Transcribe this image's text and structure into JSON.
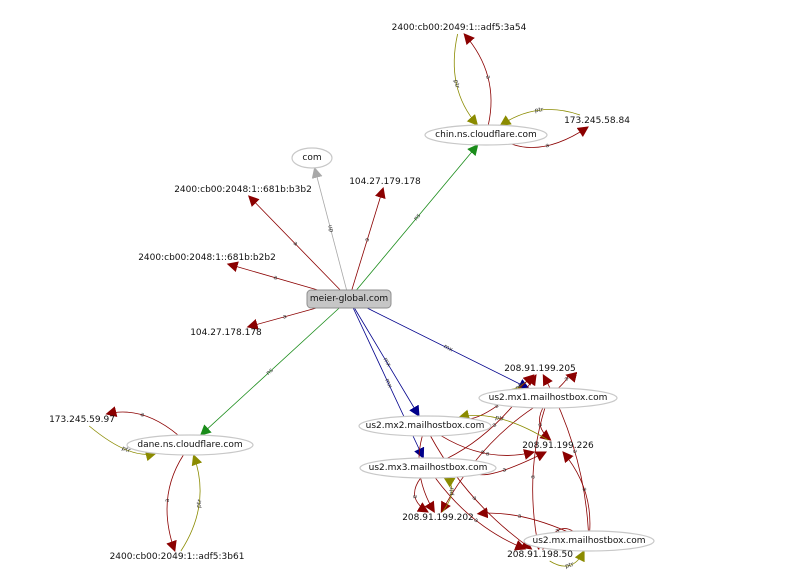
{
  "nodes": [
    {
      "id": "root",
      "label": "meier-global.com",
      "shape": "box"
    },
    {
      "id": "com",
      "label": "com",
      "shape": "ellipse"
    },
    {
      "id": "chin",
      "label": "chin.ns.cloudflare.com",
      "shape": "ellipse"
    },
    {
      "id": "dane",
      "label": "dane.ns.cloudflare.com",
      "shape": "ellipse"
    },
    {
      "id": "mx1",
      "label": "us2.mx1.mailhostbox.com",
      "shape": "ellipse"
    },
    {
      "id": "mx2",
      "label": "us2.mx2.mailhostbox.com",
      "shape": "ellipse"
    },
    {
      "id": "mx3",
      "label": "us2.mx3.mailhostbox.com",
      "shape": "ellipse"
    },
    {
      "id": "mx",
      "label": "us2.mx.mailhostbox.com",
      "shape": "ellipse"
    },
    {
      "id": "ip6_root_b3b2",
      "label": "2400:cb00:2048:1::681b:b3b2",
      "shape": "plain"
    },
    {
      "id": "ip6_root_b2b2",
      "label": "2400:cb00:2048:1::681b:b2b2",
      "shape": "plain"
    },
    {
      "id": "ip_104_179",
      "label": "104.27.179.178",
      "shape": "plain"
    },
    {
      "id": "ip_104_178",
      "label": "104.27.178.178",
      "shape": "plain"
    },
    {
      "id": "ip6_chin",
      "label": "2400:cb00:2049:1::adf5:3a54",
      "shape": "plain"
    },
    {
      "id": "ip_chin",
      "label": "173.245.58.84",
      "shape": "plain"
    },
    {
      "id": "ip_dane",
      "label": "173.245.59.97",
      "shape": "plain"
    },
    {
      "id": "ip6_dane",
      "label": "2400:cb00:2049:1::adf5:3b61",
      "shape": "plain"
    },
    {
      "id": "ip_205",
      "label": "208.91.199.205",
      "shape": "plain"
    },
    {
      "id": "ip_226",
      "label": "208.91.199.226",
      "shape": "plain"
    },
    {
      "id": "ip_202",
      "label": "208.91.199.202",
      "shape": "plain"
    },
    {
      "id": "ip_50",
      "label": "208.91.198.50",
      "shape": "plain"
    }
  ],
  "edges": [
    {
      "from": "root",
      "to": "com",
      "label": "up",
      "color": "#a8a8a8"
    },
    {
      "from": "root",
      "to": "chin",
      "label": "ns",
      "color": "#1a8c1a"
    },
    {
      "from": "root",
      "to": "dane",
      "label": "ns",
      "color": "#1a8c1a"
    },
    {
      "from": "root",
      "to": "ip6_root_b3b2",
      "label": "a",
      "color": "#8b0000"
    },
    {
      "from": "root",
      "to": "ip6_root_b2b2",
      "label": "a",
      "color": "#8b0000"
    },
    {
      "from": "root",
      "to": "ip_104_179",
      "label": "a",
      "color": "#8b0000"
    },
    {
      "from": "root",
      "to": "ip_104_178",
      "label": "a",
      "color": "#8b0000"
    },
    {
      "from": "root",
      "to": "mx1",
      "label": "mx",
      "color": "#00008b"
    },
    {
      "from": "root",
      "to": "mx2",
      "label": "mx",
      "color": "#00008b"
    },
    {
      "from": "root",
      "to": "mx3",
      "label": "mx",
      "color": "#00008b"
    },
    {
      "from": "chin",
      "to": "ip6_chin",
      "label": "a",
      "color": "#8b0000"
    },
    {
      "from": "ip6_chin",
      "to": "chin",
      "label": "ptr",
      "color": "#8b8b00"
    },
    {
      "from": "chin",
      "to": "ip_chin",
      "label": "a",
      "color": "#8b0000"
    },
    {
      "from": "ip_chin",
      "to": "chin",
      "label": "ptr",
      "color": "#8b8b00"
    },
    {
      "from": "dane",
      "to": "ip_dane",
      "label": "a",
      "color": "#8b0000"
    },
    {
      "from": "ip_dane",
      "to": "dane",
      "label": "ptr",
      "color": "#8b8b00"
    },
    {
      "from": "dane",
      "to": "ip6_dane",
      "label": "a",
      "color": "#8b0000"
    },
    {
      "from": "ip6_dane",
      "to": "dane",
      "label": "ptr",
      "color": "#8b8b00"
    },
    {
      "from": "mx1",
      "to": "ip_205",
      "label": "a",
      "color": "#8b0000"
    },
    {
      "from": "ip_205",
      "to": "mx1",
      "label": "ptr",
      "color": "#8b8b00"
    },
    {
      "from": "mx1",
      "to": "ip_226",
      "label": "a",
      "color": "#8b0000"
    },
    {
      "from": "mx1",
      "to": "ip_202",
      "label": "a",
      "color": "#8b0000"
    },
    {
      "from": "mx1",
      "to": "ip_50",
      "label": "a",
      "color": "#8b0000"
    },
    {
      "from": "mx2",
      "to": "ip_205",
      "label": "a",
      "color": "#8b0000"
    },
    {
      "from": "mx2",
      "to": "ip_226",
      "label": "a",
      "color": "#8b0000"
    },
    {
      "from": "mx2",
      "to": "ip_202",
      "label": "a",
      "color": "#8b0000"
    },
    {
      "from": "mx2",
      "to": "ip_50",
      "label": "a",
      "color": "#8b0000"
    },
    {
      "from": "ip_226",
      "to": "mx2",
      "label": "ptr",
      "color": "#8b8b00"
    },
    {
      "from": "mx3",
      "to": "ip_205",
      "label": "a",
      "color": "#8b0000"
    },
    {
      "from": "mx3",
      "to": "ip_226",
      "label": "a",
      "color": "#8b0000"
    },
    {
      "from": "mx3",
      "to": "ip_202",
      "label": "a",
      "color": "#8b0000"
    },
    {
      "from": "mx3",
      "to": "ip_50",
      "label": "a",
      "color": "#8b0000"
    },
    {
      "from": "ip_202",
      "to": "mx3",
      "label": "ptr",
      "color": "#8b8b00"
    },
    {
      "from": "mx",
      "to": "ip_205",
      "label": "a",
      "color": "#8b0000"
    },
    {
      "from": "mx",
      "to": "ip_226",
      "label": "a",
      "color": "#8b0000"
    },
    {
      "from": "mx",
      "to": "ip_202",
      "label": "a",
      "color": "#8b0000"
    },
    {
      "from": "mx",
      "to": "ip_50",
      "label": "a",
      "color": "#8b0000"
    },
    {
      "from": "ip_50",
      "to": "mx",
      "label": "ptr",
      "color": "#8b8b00"
    }
  ]
}
